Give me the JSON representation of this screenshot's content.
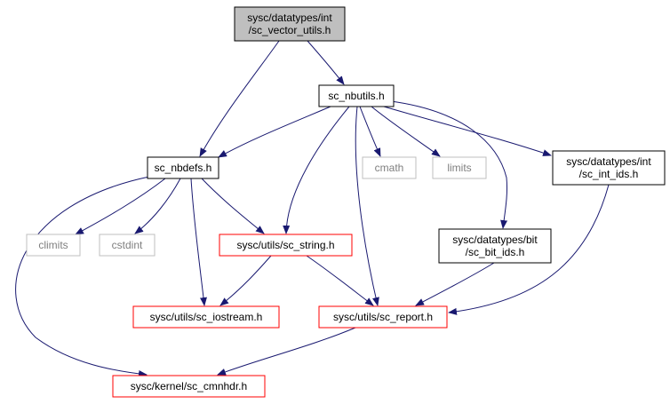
{
  "colors": {
    "edge": "#191970",
    "root_fill": "#bfbfbf",
    "normal_border": "#000000",
    "external_border": "#bfbfbf",
    "external_text": "#7f7f7f",
    "truncated_border": "#ff0000",
    "text": "#000000"
  },
  "nodes": [
    {
      "id": "root",
      "kind": "root",
      "lines": [
        "sysc/datatypes/int",
        "/sc_vector_utils.h"
      ]
    },
    {
      "id": "nbutils",
      "kind": "normal",
      "lines": [
        "sc_nbutils.h"
      ]
    },
    {
      "id": "nbdefs",
      "kind": "normal",
      "lines": [
        "sc_nbdefs.h"
      ]
    },
    {
      "id": "cmath",
      "kind": "external",
      "lines": [
        "cmath"
      ]
    },
    {
      "id": "limits",
      "kind": "external",
      "lines": [
        "limits"
      ]
    },
    {
      "id": "int_ids",
      "kind": "normal",
      "lines": [
        "sysc/datatypes/int",
        "/sc_int_ids.h"
      ]
    },
    {
      "id": "climits",
      "kind": "external",
      "lines": [
        "climits"
      ]
    },
    {
      "id": "cstdint",
      "kind": "external",
      "lines": [
        "cstdint"
      ]
    },
    {
      "id": "string",
      "kind": "truncated",
      "lines": [
        "sysc/utils/sc_string.h"
      ]
    },
    {
      "id": "bit_ids",
      "kind": "normal",
      "lines": [
        "sysc/datatypes/bit",
        "/sc_bit_ids.h"
      ]
    },
    {
      "id": "iostream",
      "kind": "truncated",
      "lines": [
        "sysc/utils/sc_iostream.h"
      ]
    },
    {
      "id": "report",
      "kind": "truncated",
      "lines": [
        "sysc/utils/sc_report.h"
      ]
    },
    {
      "id": "cmnhdr",
      "kind": "truncated",
      "lines": [
        "sysc/kernel/sc_cmnhdr.h"
      ]
    }
  ],
  "edges": [
    [
      "root",
      "nbdefs"
    ],
    [
      "root",
      "nbutils"
    ],
    [
      "nbutils",
      "nbdefs"
    ],
    [
      "nbutils",
      "string"
    ],
    [
      "nbutils",
      "cmath"
    ],
    [
      "nbutils",
      "limits"
    ],
    [
      "nbutils",
      "int_ids"
    ],
    [
      "nbutils",
      "bit_ids"
    ],
    [
      "nbutils",
      "report"
    ],
    [
      "nbdefs",
      "climits"
    ],
    [
      "nbdefs",
      "cstdint"
    ],
    [
      "nbdefs",
      "string"
    ],
    [
      "nbdefs",
      "iostream"
    ],
    [
      "nbdefs",
      "cmnhdr"
    ],
    [
      "string",
      "iostream"
    ],
    [
      "string",
      "report"
    ],
    [
      "int_ids",
      "report"
    ],
    [
      "bit_ids",
      "report"
    ],
    [
      "report",
      "cmnhdr"
    ]
  ]
}
